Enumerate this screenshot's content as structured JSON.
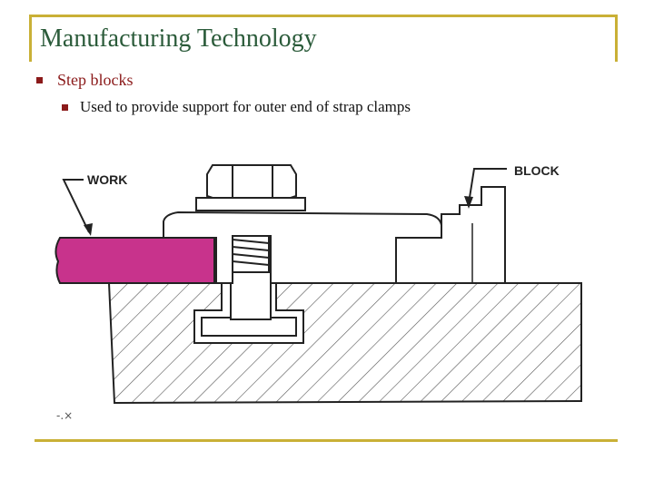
{
  "slide": {
    "title": "Manufacturing Technology",
    "bullet_1": "Step blocks",
    "bullet_1_sub": "Used to provide support for outer end of strap clamps"
  },
  "figure": {
    "label_work": "WORK",
    "label_block": "BLOCK",
    "colors": {
      "work_piece": "#c8338c",
      "line": "#222222",
      "hatch": "#555555"
    }
  }
}
